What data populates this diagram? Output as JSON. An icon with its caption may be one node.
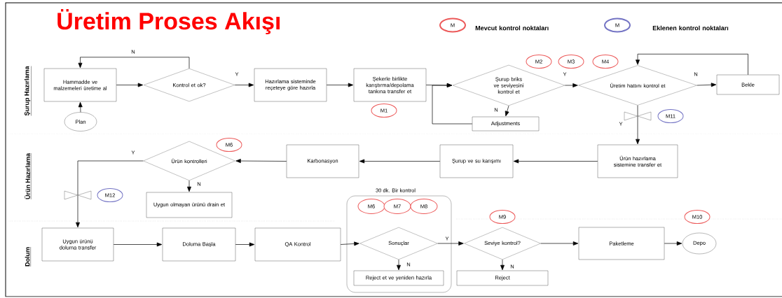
{
  "diagram": {
    "title": "Üretim Proses Akışı",
    "nodes": [
      {
        "text": [
          "Hammadde ve malzemeleri üretime al"
        ]
      },
      {
        "text": [
          "Kontrol et ok?"
        ]
      },
      {
        "text": [
          "Hazırlama sisteminde reçeteye göre hazırla"
        ]
      },
      {
        "text": [
          "Şekerle birlikte karıştırma/depolama tankına transfer et"
        ]
      },
      {
        "text": [
          "Şurup briks ve seviyesini kontrol et"
        ]
      },
      {
        "text": [
          "Üretim hattını kontrol et"
        ]
      },
      {
        "text": [
          "Bekle"
        ]
      },
      {
        "text": [
          "Plan"
        ]
      },
      {
        "text": [
          "Adjustments"
        ]
      },
      {
        "text": [
          "Ürün kontrolleri"
        ]
      },
      {
        "text": [
          "Karbonasyon"
        ]
      },
      {
        "text": [
          "Şurup ve su karışımı"
        ]
      },
      {
        "text": [
          "Ürün hazırlama sistemine transfer et"
        ]
      },
      {
        "text": [
          "Uygun olmayan ürünü drain et"
        ]
      },
      {
        "text": [
          "30 dk. Bir kontrol"
        ]
      },
      {
        "text": [
          "Sonuçlar"
        ],
        "in": 14
      },
      {
        "text": [
          "Reject et ve yeniden hazırla"
        ],
        "in": 14
      },
      {
        "text": [
          "Uygun ürünü doluma transfer"
        ]
      },
      {
        "text": [
          "Doluma Başla"
        ]
      },
      {
        "text": [
          "QA Kontrol"
        ]
      },
      {
        "text": [
          "Seviye kontrol?"
        ]
      },
      {
        "text": [
          "Reject"
        ]
      },
      {
        "text": [
          "Paketleme"
        ]
      },
      {
        "text": [
          "Depo"
        ]
      }
    ],
    "edges": [
      {
        "from": 7,
        "to": 0,
        "arrow": "to"
      },
      {
        "from": 0,
        "to": 1,
        "arrow": "to"
      },
      {
        "from": 1,
        "to": 0,
        "arrow": "to",
        "label": "N"
      },
      {
        "from": 1,
        "to": 2,
        "arrow": "to",
        "label": "Y"
      },
      {
        "from": 2,
        "to": 3,
        "arrow": "to"
      },
      {
        "from": 3,
        "to": 4,
        "arrow": "to"
      },
      {
        "from": 4,
        "to": 8,
        "arrow": "to",
        "label": "N"
      },
      {
        "from": 8,
        "to": 4,
        "arrow": "to"
      },
      {
        "from": 4,
        "to": 5,
        "arrow": "to",
        "label": "Y"
      },
      {
        "from": 5,
        "to": 6,
        "arrow": "to",
        "label": "N"
      },
      {
        "from": 6,
        "to": 5,
        "arrow": "to"
      },
      {
        "from": 5,
        "to": 12,
        "arrow": "to",
        "label": "Y"
      },
      {
        "from": 12,
        "to": 11,
        "arrow": "to"
      },
      {
        "from": 11,
        "to": 10,
        "arrow": "to"
      },
      {
        "from": 10,
        "to": 9,
        "arrow": "to"
      },
      {
        "from": 9,
        "to": 17,
        "arrow": "to",
        "label": "Y"
      },
      {
        "from": 9,
        "to": 13,
        "arrow": "to",
        "label": "N"
      },
      {
        "from": 17,
        "to": 18,
        "arrow": "to"
      },
      {
        "from": 18,
        "to": 19,
        "arrow": "to"
      },
      {
        "from": 19,
        "to": 15,
        "arrow": "to"
      },
      {
        "from": 15,
        "to": 20,
        "arrow": "to",
        "label": "Y"
      },
      {
        "from": 15,
        "to": 16,
        "arrow": "to",
        "label": "N"
      },
      {
        "from": 20,
        "to": 21,
        "arrow": "to",
        "label": "N"
      },
      {
        "from": 20,
        "to": 22,
        "arrow": "to"
      },
      {
        "from": 22,
        "to": 23,
        "arrow": "to"
      }
    ],
    "labels": [
      "M",
      "M",
      "M2",
      "M3",
      "M4",
      "M1",
      "M11",
      "Şurup Hazırlama",
      "M6",
      "M12",
      "Ürün Hazırlama",
      "M6",
      "M7",
      "M8",
      "M9",
      "M10",
      "Dolum"
    ],
    "legend": [
      {
        "text": "Mevcut kontrol noktaları",
        "color": "#ec5a5a"
      },
      {
        "text": "Eklenen kontrol noktaları",
        "color": "#7474c4"
      }
    ]
  }
}
